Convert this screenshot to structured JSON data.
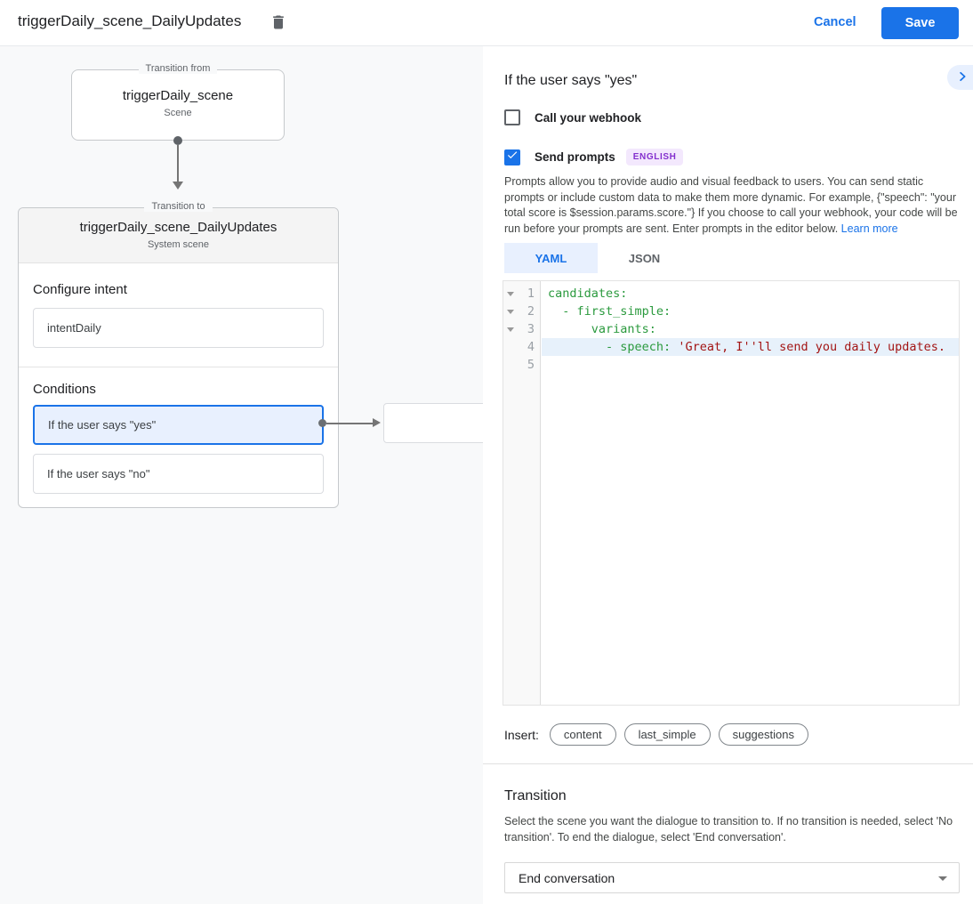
{
  "header": {
    "title": "triggerDaily_scene_DailyUpdates",
    "cancel_label": "Cancel",
    "save_label": "Save"
  },
  "canvas": {
    "from_node": {
      "group_label": "Transition from",
      "title": "triggerDaily_scene",
      "subtitle": "Scene"
    },
    "to_node": {
      "group_label": "Transition to",
      "title": "triggerDaily_scene_DailyUpdates",
      "subtitle": "System scene",
      "intent_section_label": "Configure intent",
      "intent_value": "intentDaily",
      "conditions_label": "Conditions",
      "conditions": [
        {
          "label": "If the user says \"yes\"",
          "selected": true
        },
        {
          "label": "If the user says \"no\"",
          "selected": false
        }
      ]
    }
  },
  "panel": {
    "heading": "If the user says \"yes\"",
    "webhook": {
      "label": "Call your webhook",
      "checked": false
    },
    "prompts": {
      "label": "Send prompts",
      "checked": true,
      "language_badge": "ENGLISH"
    },
    "description": "Prompts allow you to provide audio and visual feedback to users. You can send static prompts or include custom data to make them more dynamic. For example, {\"speech\": \"your total score is $session.params.score.\"} If you choose to call your webhook, your code will be run before your prompts are sent. Enter prompts in the editor below. ",
    "learn_more_label": "Learn more",
    "tabs": [
      {
        "label": "YAML",
        "active": true
      },
      {
        "label": "JSON",
        "active": false
      }
    ],
    "editor": {
      "lines": [
        {
          "number": "1",
          "fold": true,
          "highlight": false,
          "segments": [
            {
              "text": "candidates:",
              "type": "key"
            }
          ]
        },
        {
          "number": "2",
          "fold": true,
          "highlight": false,
          "segments": [
            {
              "text": "  - first_simple:",
              "type": "key"
            }
          ]
        },
        {
          "number": "3",
          "fold": true,
          "highlight": false,
          "segments": [
            {
              "text": "      variants:",
              "type": "key"
            }
          ]
        },
        {
          "number": "4",
          "fold": false,
          "highlight": true,
          "segments": [
            {
              "text": "        - speech: ",
              "type": "key"
            },
            {
              "text": "'Great, I''ll send you daily updates.",
              "type": "string"
            }
          ]
        },
        {
          "number": "5",
          "fold": false,
          "highlight": false,
          "segments": []
        }
      ]
    },
    "insert": {
      "label": "Insert:",
      "chips": [
        "content",
        "last_simple",
        "suggestions"
      ]
    },
    "transition": {
      "heading": "Transition",
      "description": "Select the scene you want the dialogue to transition to. If no transition is needed, select 'No transition'. To end the dialogue, select 'End conversation'.",
      "selected_value": "End conversation"
    }
  },
  "colors": {
    "accent_blue": "#1a73e8",
    "selection_bg": "#e8f0fe",
    "badge_bg": "#f3e8fd",
    "badge_text": "#8430ce",
    "code_key_green": "#2b9a3e",
    "code_string_red": "#a31515",
    "canvas_bg": "#f8f9fa"
  }
}
